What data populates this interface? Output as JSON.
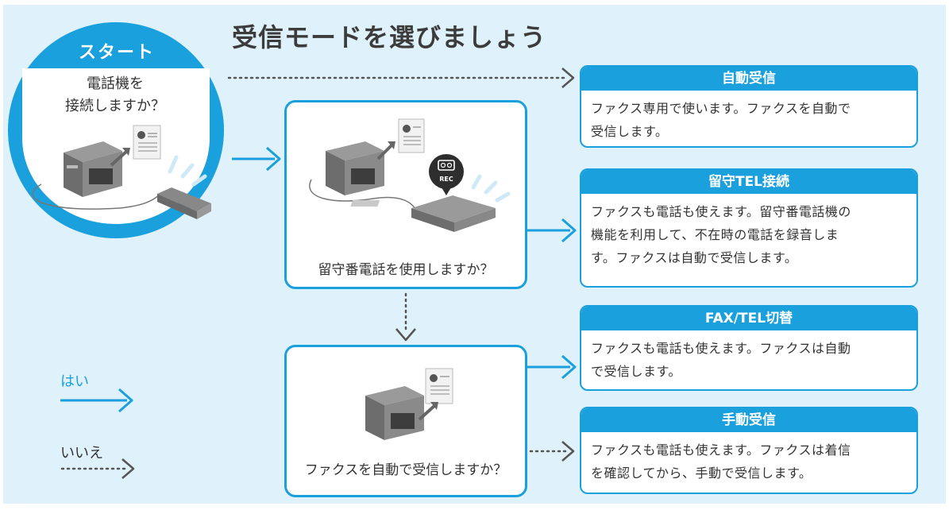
{
  "title": "受信モードを選びましょう",
  "start": {
    "label": "スタート",
    "question_line1": "電話機を",
    "question_line2": "接続しますか？"
  },
  "questions": [
    {
      "text": "留守番電話を使用しますか？"
    },
    {
      "text": "ファクスを自動で受信しますか？"
    }
  ],
  "modes": [
    {
      "name": "自動受信",
      "lines": [
        "ファクス専用で使います。ファクスを自動で",
        "受信します。"
      ]
    },
    {
      "name": "留守TEL接続",
      "lines": [
        "ファクスも電話も使えます。留守番電話機の",
        "機能を利用して、不在時の電話を録音しま",
        "す。ファクスは自動で受信します。"
      ]
    },
    {
      "name": "FAX/TEL切替",
      "lines": [
        "ファクスも電話も使えます。ファクスは自動",
        "で受信します。"
      ]
    },
    {
      "name": "手動受信",
      "lines": [
        "ファクスも電話も使えます。ファクスは着信",
        "を確認してから、手動で受信します。"
      ]
    }
  ],
  "legend": {
    "yes": "はい",
    "no": "いいえ"
  },
  "rec_badge": "REC",
  "colors": {
    "accent": "#1aa0dc",
    "background": "#dff1fa",
    "dotted": "#555555"
  }
}
